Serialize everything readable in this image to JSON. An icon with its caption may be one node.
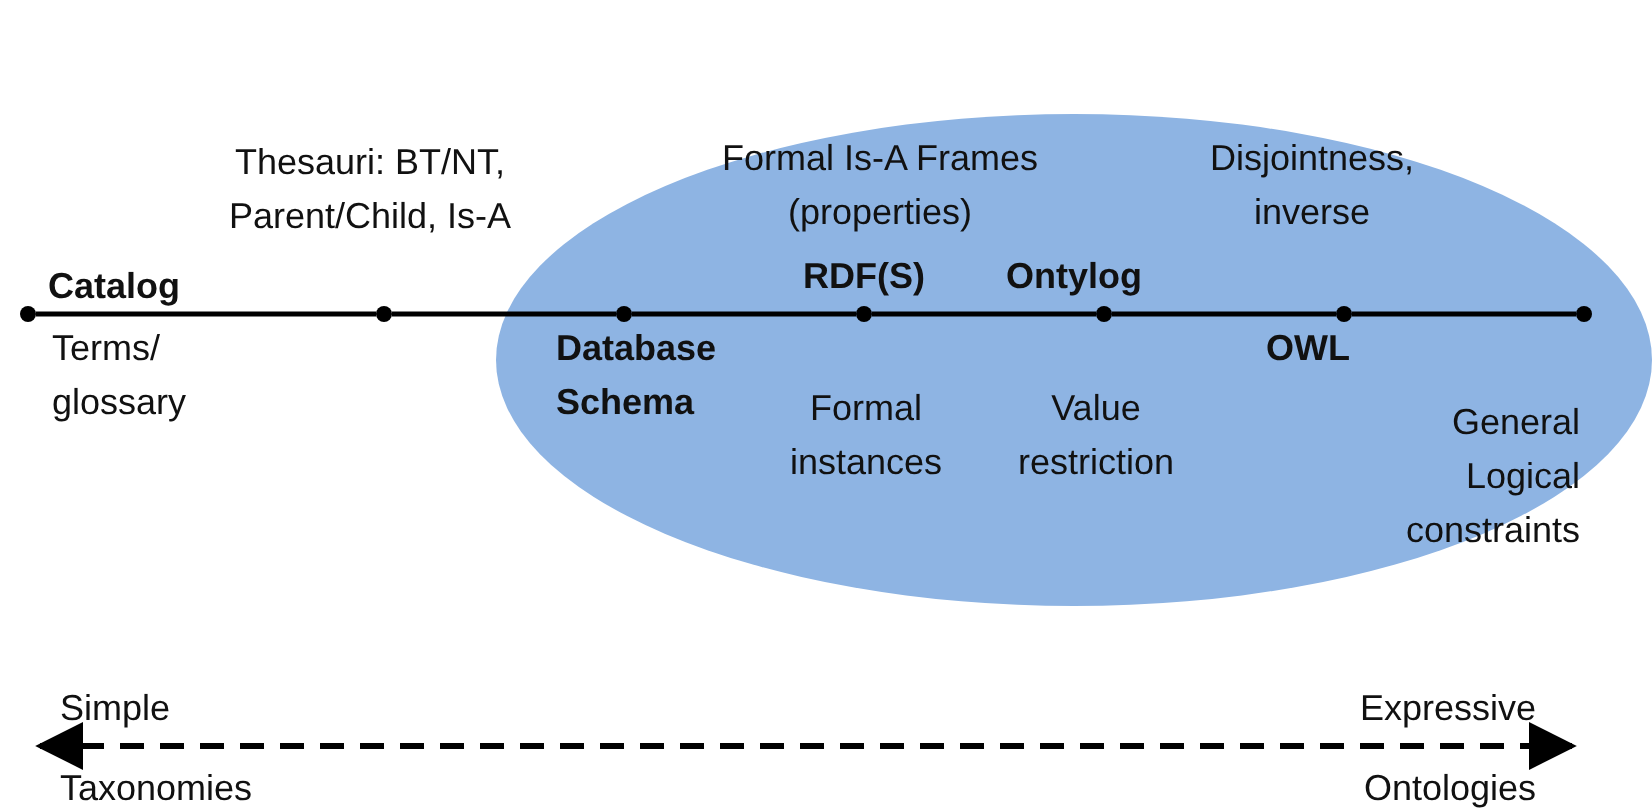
{
  "diagram": {
    "nodes": [
      {
        "text": [],
        "shape": "circle",
        "beside": [
          "Catalog",
          "Terms/ glossary"
        ]
      },
      {
        "text": [],
        "shape": "circle",
        "beside": [
          "Thesauri: BT/NT, Parent/Child, Is-A"
        ]
      },
      {
        "text": [],
        "shape": "circle",
        "beside": [
          "Database Schema"
        ]
      },
      {
        "text": [],
        "shape": "circle",
        "beside": [
          "Formal Is-A Frames (properties)",
          "RDF(S)",
          "Formal instances"
        ]
      },
      {
        "text": [],
        "shape": "circle",
        "beside": [
          "Ontylog",
          "Value restriction"
        ]
      },
      {
        "text": [],
        "shape": "circle",
        "beside": [
          "Disjointness, inverse",
          "OWL"
        ]
      },
      {
        "text": [],
        "shape": "circle",
        "beside": [
          "General Logical constraints"
        ]
      }
    ],
    "edges": [
      {
        "from": 0,
        "to": 1,
        "arrow": "none"
      },
      {
        "from": 1,
        "to": 2,
        "arrow": "none"
      },
      {
        "from": 2,
        "to": 3,
        "arrow": "none"
      },
      {
        "from": 3,
        "to": 4,
        "arrow": "none"
      },
      {
        "from": 4,
        "to": 5,
        "arrow": "none"
      },
      {
        "from": 5,
        "to": 6,
        "arrow": "none"
      }
    ],
    "labels": [
      "Simple",
      "Expressive",
      "Taxonomies",
      "Ontologies"
    ]
  }
}
